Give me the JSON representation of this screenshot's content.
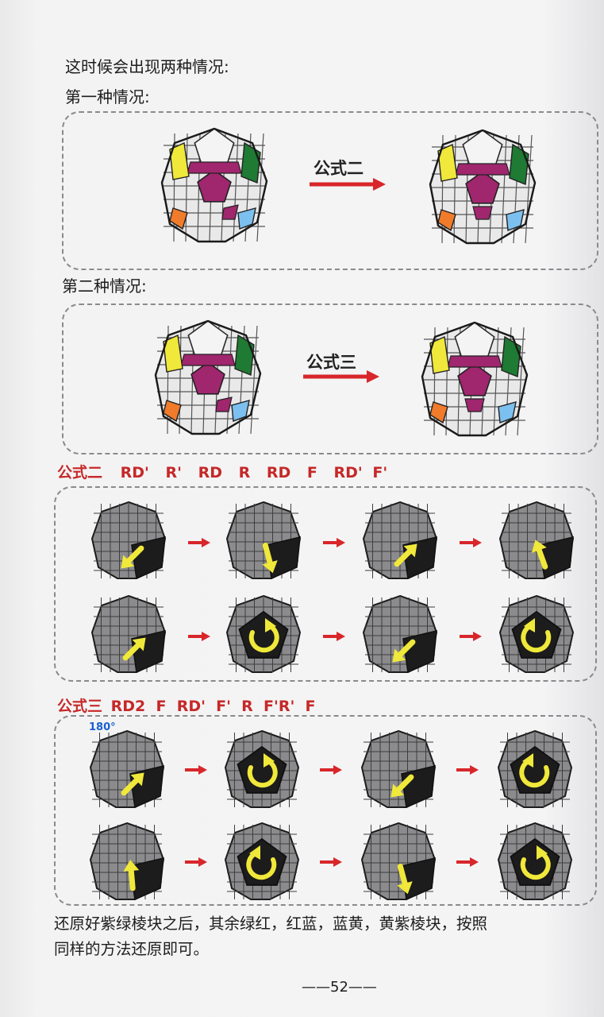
{
  "intro": "这时候会出现两种情况:",
  "case1": {
    "title": "第一种情况:",
    "arrow_label": "公式二"
  },
  "case2": {
    "title": "第二种情况:",
    "arrow_label": "公式三"
  },
  "formula2": {
    "name": "公式二",
    "moves": [
      "RD'",
      "R'",
      "RD",
      "R",
      "RD",
      "F",
      "RD'",
      "F'"
    ]
  },
  "formula3": {
    "name": "公式三",
    "moves_text": "RD2  F  RD'  F'  R  F'R'  F",
    "note": "180°"
  },
  "paragraph": {
    "line1": "还原好紫绿棱块之后，其余绿红，红蓝，蓝黄，黄紫棱块，按照",
    "line2": "同样的方法还原即可。"
  },
  "page_number": "——52——",
  "colors": {
    "purple": "#a0266e",
    "yellow": "#f0e83a",
    "green": "#1f7a33",
    "orange": "#f07b2a",
    "blue": "#7cc0ef",
    "red_text": "#c62828",
    "red_arrow": "#d8262a"
  }
}
